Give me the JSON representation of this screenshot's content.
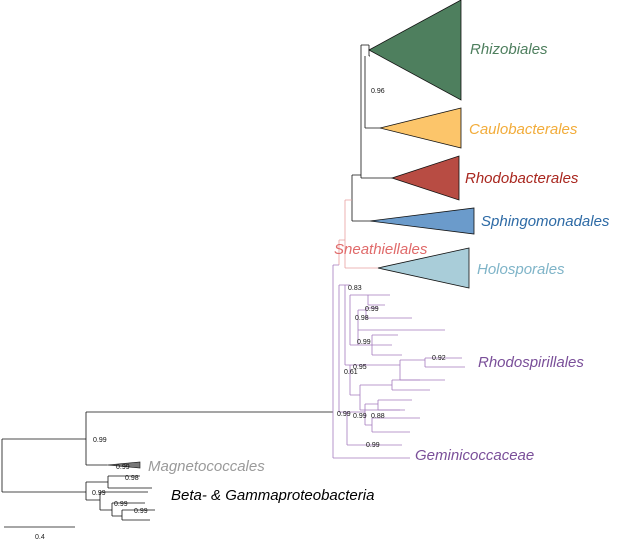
{
  "clades": {
    "rhizobiales": {
      "label": "Rhizobiales",
      "color": "#4e7f5e"
    },
    "caulobacterales": {
      "label": "Caulobacterales",
      "color": "#f2ac3a"
    },
    "rhodobacterales": {
      "label": "Rhodobacterales",
      "color": "#a9271f"
    },
    "sphingomonadales": {
      "label": "Sphingomonadales",
      "color": "#2d6aa5"
    },
    "sneathiellales": {
      "label": "Sneathiellales",
      "color": "#e06a6a"
    },
    "holosporales": {
      "label": "Holosporales",
      "color": "#7fb4c8"
    },
    "rhodospirillales": {
      "label": "Rhodospirillales",
      "color": "#7a4f99"
    },
    "geminicoccaceae": {
      "label": "Geminicoccaceae",
      "color": "#7a4f99"
    },
    "magnetococcales": {
      "label": "Magnetococcales",
      "color": "#9a9a9a"
    },
    "outgroup": {
      "label": "Beta- & Gammaproteobacteria",
      "color": "#000000"
    }
  },
  "support_values": {
    "n096": "0.96",
    "n083": "0.83",
    "n099a": "0.99",
    "n098a": "0.98",
    "n099b": "0.99",
    "n092": "0.92",
    "n095": "0.95",
    "n061": "0.61",
    "n099c": "0.99",
    "n099d": "0.99",
    "n088": "0.88",
    "n099e": "0.99",
    "n099f": "0.99",
    "n099g": "0.99",
    "n098b": "0.98",
    "n099h": "0.99",
    "n099i": "0.99",
    "n099j": "0.99"
  },
  "scale_bar": {
    "label": "0.4"
  },
  "colors": {
    "branch": "#111111",
    "alpha_purple": "#a57bbf",
    "sneath_line": "#e8a0a0"
  }
}
